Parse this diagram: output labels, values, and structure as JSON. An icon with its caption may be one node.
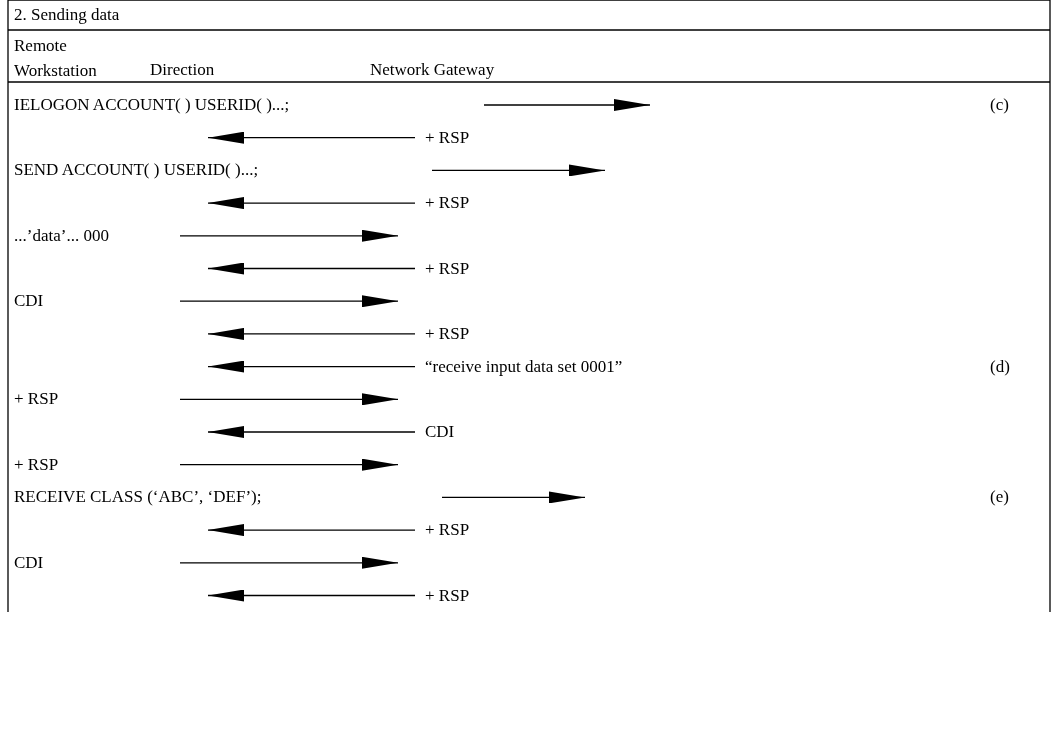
{
  "diagram": {
    "title": "2. Sending data",
    "labels": [
      "Remote Workstation",
      "Direction",
      "Network Gateway",
      "IELOGON ACCOUNT( ) USERID( )...;",
      "(c)",
      "+ RSP",
      "SEND ACCOUNT( ) USERID( )...;",
      "+ RSP",
      "...’data’... 000",
      "+ RSP",
      "CDI",
      "+ RSP",
      "“receive input data set 0001”",
      "(d)",
      "+ RSP",
      "CDI",
      "+ RSP",
      "RECEIVE CLASS (‘ABC’, ‘DEF’);",
      "(e)",
      "+ RSP",
      "CDI",
      "+ RSP"
    ]
  }
}
